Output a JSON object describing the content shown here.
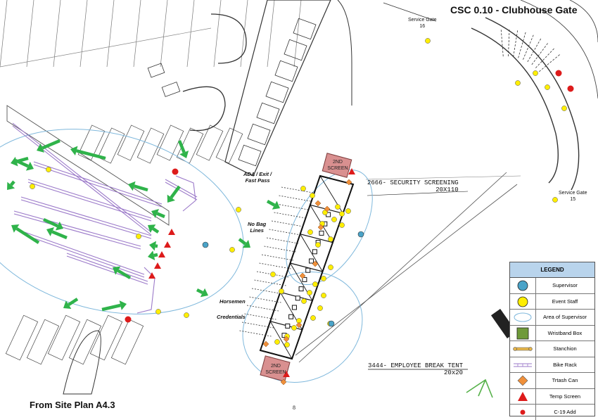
{
  "title": "CSC 0.10 - Clubhouse Gate",
  "footer": "From Site Plan A4.3",
  "page_number": "8",
  "labels": {
    "service_gate_16": [
      "Service Gate",
      "16"
    ],
    "service_gate_15": [
      "Service Gate",
      "15"
    ],
    "second_screen": [
      "2ND",
      "SCREEN"
    ],
    "security_screening": [
      "2666- SECURITY SCREENING",
      "20X110"
    ],
    "ada_exit": [
      "ADA / Exit /",
      "Fast Pass"
    ],
    "no_bag": [
      "No Bag",
      "Lines"
    ],
    "horsemen": "Horsemen",
    "credentials": "Credentials",
    "break_tent": [
      "3444- EMPLOYEE BREAK TENT",
      "20x20"
    ]
  },
  "legend": {
    "title": "LEGEND",
    "items": [
      {
        "label": "Supervisor",
        "icon": "blue-circle-icon"
      },
      {
        "label": "Event Staff",
        "icon": "yellow-circle-icon"
      },
      {
        "label": "Area of Supervisor",
        "icon": "ellipse-outline-icon"
      },
      {
        "label": "Wristband Box",
        "icon": "green-square-icon"
      },
      {
        "label": "Stanchion",
        "icon": "stanchion-icon"
      },
      {
        "label": "Bike Rack",
        "icon": "bike-rack-icon"
      },
      {
        "label": "Trtash Can",
        "icon": "orange-diamond-icon"
      },
      {
        "label": "Temp Screen",
        "icon": "red-triangle-icon"
      },
      {
        "label": "C-19 Add",
        "icon": "red-dot-icon"
      }
    ]
  },
  "colors": {
    "supervisor": "#4aa3c8",
    "event_staff": "#ffee00",
    "area": "#7fb8dc",
    "wristband": "#6f9a3a",
    "stanchion": "#e8b64a",
    "bike_rack": "#9b79c9",
    "trash": "#f0903a",
    "temp_screen": "#dd1b1b",
    "arrow": "#2fb34a",
    "screen_box": "#d99090"
  }
}
